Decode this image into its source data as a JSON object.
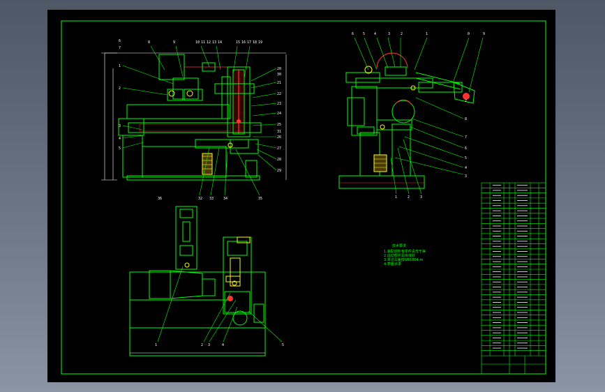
{
  "viewport": {
    "background_top": "#4d5766",
    "background_bottom": "#8a94a3"
  },
  "sheet": {
    "paper_color": "#000000",
    "line_color": "#00ff00",
    "dim_color": "#ffffff",
    "hatch_color": "#ff3333",
    "part_color": "#ffff00"
  },
  "front_view": {
    "top_callouts": [
      "8",
      "9",
      "10",
      "11",
      "12",
      "13",
      "14",
      "15",
      "16",
      "17",
      "18",
      "19"
    ],
    "right_callouts": [
      "20",
      "21",
      "22",
      "23",
      "24",
      "25",
      "26",
      "27",
      "28",
      "29",
      "30",
      "31"
    ],
    "bottom_callouts": [
      "32",
      "33",
      "34",
      "35",
      "36"
    ],
    "left_callouts": [
      "1",
      "2",
      "3",
      "4",
      "5",
      "6",
      "7"
    ]
  },
  "side_view": {
    "top_callouts": [
      "6",
      "5",
      "4",
      "3",
      "2",
      "1",
      "0",
      "9"
    ],
    "right_callouts": [
      "8",
      "7",
      "6",
      "5",
      "4",
      "3",
      "2"
    ],
    "bottom_callouts": [
      "1",
      "2",
      "3"
    ]
  },
  "top_view": {
    "callouts": [
      "1",
      "2",
      "3",
      "4",
      "5"
    ]
  },
  "notes": {
    "heading": "技术要求",
    "lines": [
      "1.装配前所有零件清洗干净",
      "2.运动部件润滑良好",
      "3.未注公差按GB1804-m",
      "4.表面涂漆"
    ]
  },
  "title_block": {
    "rows": 34
  }
}
